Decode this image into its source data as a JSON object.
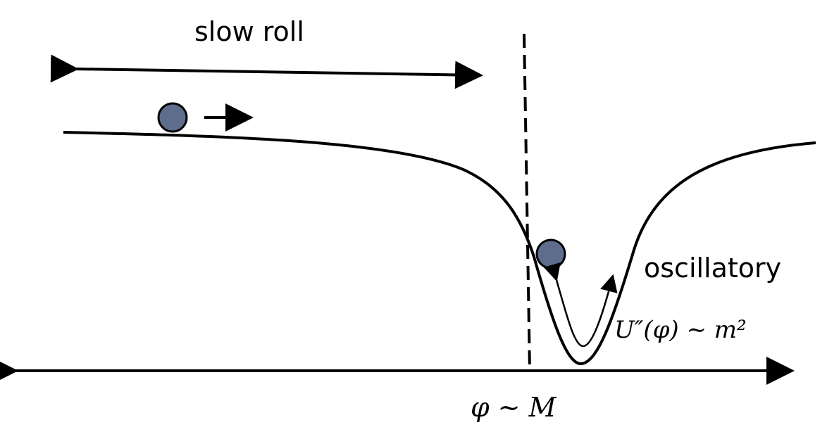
{
  "labels": {
    "slow_roll": "slow roll",
    "oscillatory": "oscillatory",
    "potential_curvature": "U″(φ) ∼ m²",
    "field_value": "φ ∼ M"
  },
  "colors": {
    "ball_fill": "#5e6d8c",
    "stroke": "#000000"
  },
  "icons": {
    "ball": "circle",
    "arrowheads": "filled-triangle"
  }
}
